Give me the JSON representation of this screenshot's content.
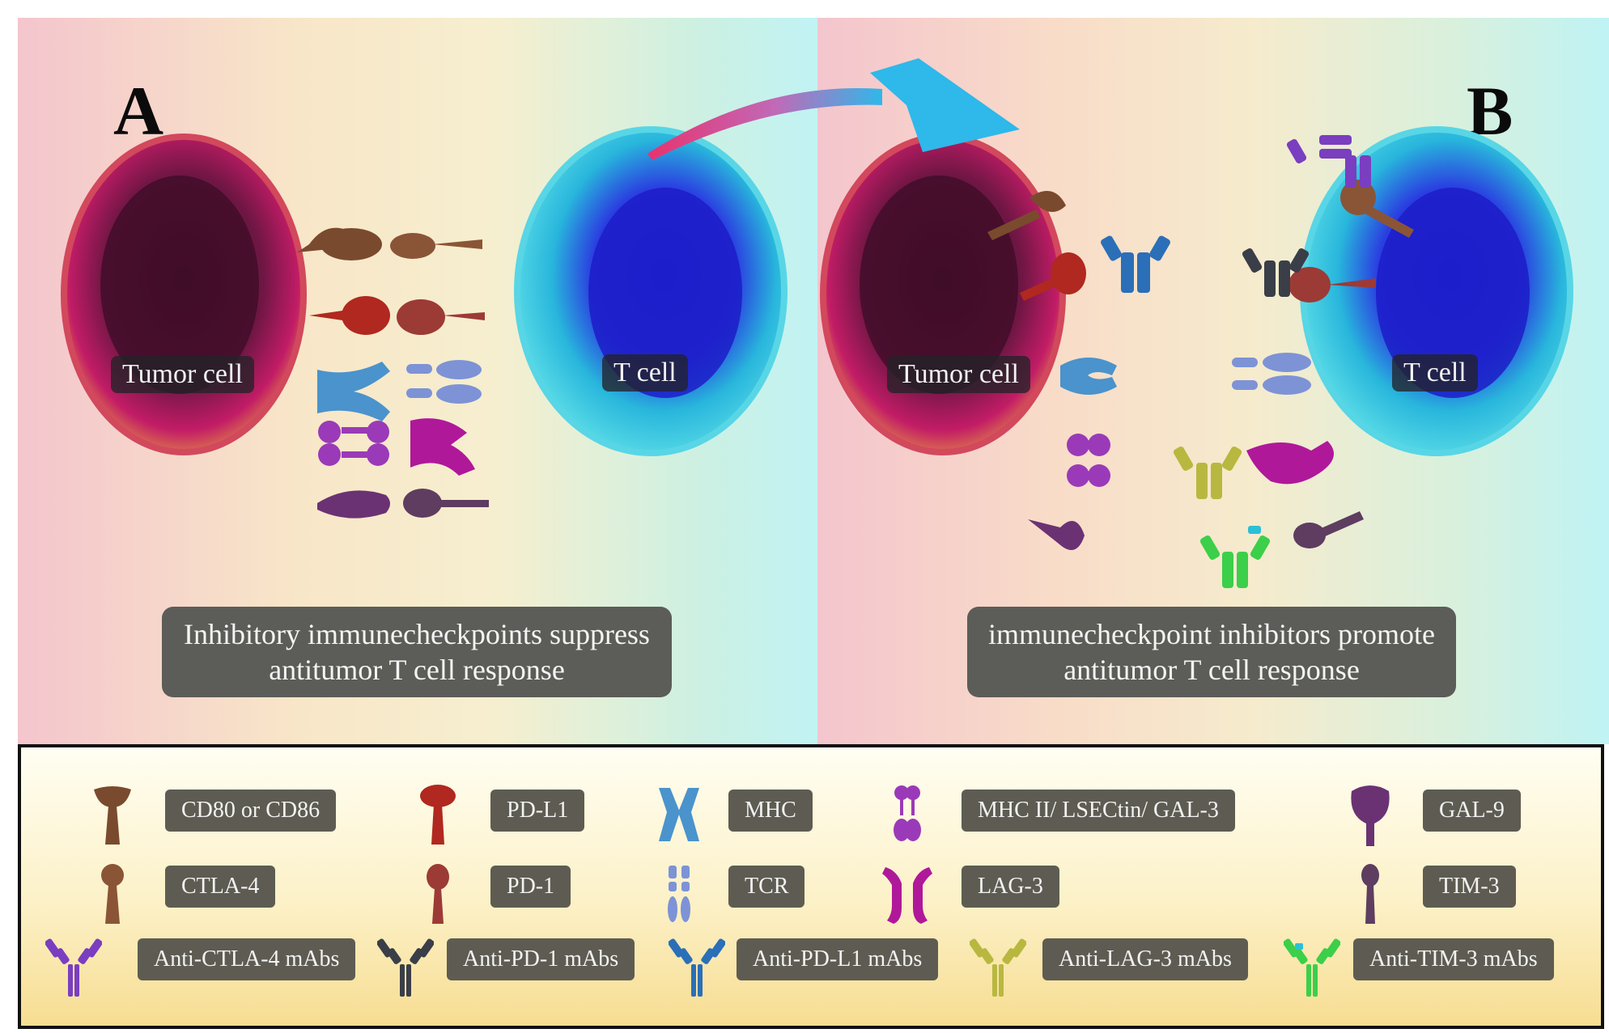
{
  "panel_a": {
    "letter": "A",
    "tumor_label": "Tumor cell",
    "tcell_label": "T cell",
    "caption_line1": "Inhibitory immunecheckpoints suppress",
    "caption_line2": "antitumor T cell response"
  },
  "panel_b": {
    "letter": "B",
    "tumor_label": "Tumor cell",
    "tcell_label": "T cell",
    "caption_line1": "immunecheckpoint inhibitors promote",
    "caption_line2": "antitumor T cell response"
  },
  "legend": {
    "row1": [
      {
        "label": "CD80 or CD86",
        "icon": "cd80-cd86-icon"
      },
      {
        "label": "PD-L1",
        "icon": "pd-l1-icon"
      },
      {
        "label": "MHC",
        "icon": "mhc-icon"
      },
      {
        "label": "MHC II/ LSECtin/ GAL-3",
        "icon": "mhc-ii-icon"
      },
      {
        "label": "GAL-9",
        "icon": "gal-9-icon"
      }
    ],
    "row2": [
      {
        "label": "CTLA-4",
        "icon": "ctla-4-icon"
      },
      {
        "label": "PD-1",
        "icon": "pd-1-icon"
      },
      {
        "label": "TCR",
        "icon": "tcr-icon"
      },
      {
        "label": "LAG-3",
        "icon": "lag-3-icon"
      },
      {
        "label": "TIM-3",
        "icon": "tim-3-icon"
      }
    ],
    "row3": [
      {
        "label": "Anti-CTLA-4 mAbs",
        "icon": "anti-ctla-4-antibody-icon"
      },
      {
        "label": "Anti-PD-1 mAbs",
        "icon": "anti-pd-1-antibody-icon"
      },
      {
        "label": "Anti-PD-L1 mAbs",
        "icon": "anti-pd-l1-antibody-icon"
      },
      {
        "label": "Anti-LAG-3 mAbs",
        "icon": "anti-lag-3-antibody-icon"
      },
      {
        "label": "Anti-TIM-3 mAbs",
        "icon": "anti-tim-3-antibody-icon"
      }
    ]
  },
  "colors": {
    "cd80": "#7a4a2e",
    "ctla4": "#8a5536",
    "pdl1": "#b0281f",
    "pd1": "#9c3a36",
    "mhc": "#4a93cc",
    "tcr": "#7d93d6",
    "mhc2": "#9a3ab8",
    "lag3": "#b0189a",
    "gal9": "#6a3273",
    "tim3": "#5e3d60",
    "anti_ctla4": "#7a3ec0",
    "anti_pd1": "#3a3e48",
    "anti_pdl1": "#2a6fb8",
    "anti_lag3": "#b8b840",
    "anti_tim3": "#3ccf4a",
    "tumor_cell": "#7a1e46",
    "t_cell": "#2ec0dc",
    "arrow_start": "#e8326e",
    "arrow_end": "#2fb8ea"
  }
}
